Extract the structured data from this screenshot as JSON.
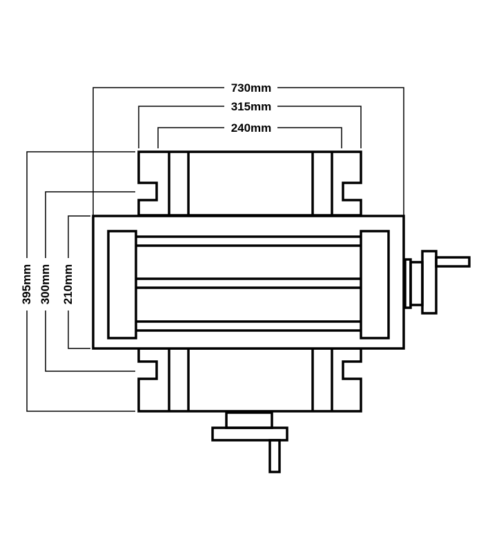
{
  "dimensions": {
    "overall_length": "730mm",
    "base_width": "315mm",
    "slot_spacing": "240mm",
    "overall_depth": "395mm",
    "base_depth": "300mm",
    "table_depth": "210mm"
  },
  "colors": {
    "line": "#000000",
    "background": "#ffffff"
  }
}
